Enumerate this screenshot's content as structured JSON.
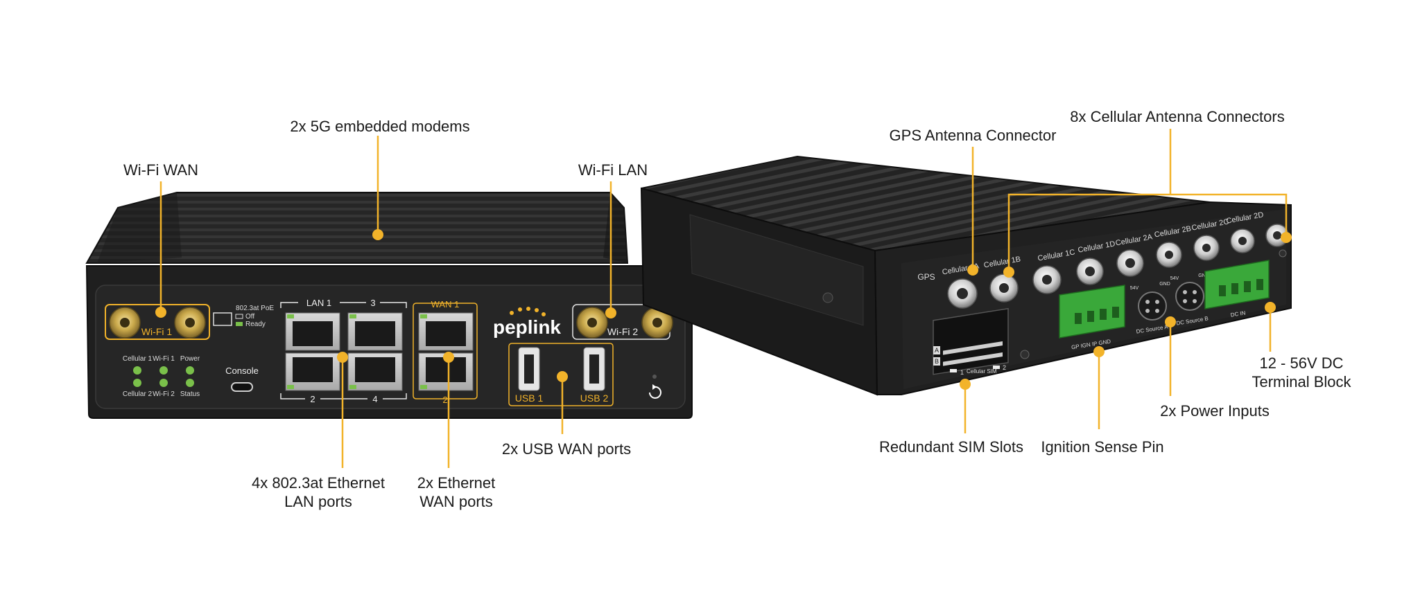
{
  "callouts": {
    "modems": "2x 5G embedded modems",
    "wifi_wan": "Wi-Fi WAN",
    "wifi_lan": "Wi-Fi LAN",
    "lan_ports": [
      "4x 802.3at Ethernet",
      "LAN ports"
    ],
    "wan_ports": [
      "2x Ethernet",
      "WAN ports"
    ],
    "usb_wan": "2x USB WAN ports",
    "gps_antenna": "GPS Antenna Connector",
    "cellular_antennas": "8x Cellular Antenna Connectors",
    "sim_slots": "Redundant SIM Slots",
    "ignition": "Ignition Sense Pin",
    "power_inputs": "2x Power Inputs",
    "terminal_block": [
      "12 - 56V DC",
      "Terminal Block"
    ]
  },
  "front_panel": {
    "wifi1": "Wi-Fi 1",
    "wifi2": "Wi-Fi 2",
    "poe_legend": [
      "802.3at PoE",
      "Off",
      "Ready"
    ],
    "led_labels": [
      "Cellular 1",
      "Wi-Fi 1",
      "Power",
      "Cellular 2",
      "Wi-Fi 2",
      "Status"
    ],
    "console": "Console",
    "lan_top": [
      "LAN 1",
      "3"
    ],
    "lan_bottom": [
      "2",
      "4"
    ],
    "wan_top": "WAN 1",
    "wan_bottom": "2",
    "brand": "peplink",
    "usb": [
      "USB 1",
      "USB 2"
    ]
  },
  "back_panel": {
    "gps": "GPS",
    "cellular_labels": [
      "Cellular 1A",
      "Cellular 1B",
      "Cellular 1C",
      "Cellular 1D",
      "Cellular 2A",
      "Cellular 2B",
      "Cellular 2C",
      "Cellular 2D"
    ],
    "sim_label": "Cellular SIM",
    "sim_numbers": [
      "1",
      "2"
    ],
    "sim_letters": [
      "A",
      "B"
    ],
    "ign_label": "GP IGN IP GND",
    "dc_a": "DC Source A",
    "dc_b": "DC Source B",
    "dc_in": "DC IN",
    "pin_labels": [
      "54V",
      "GND",
      "54V",
      "GND"
    ]
  },
  "colors": {
    "accent": "#f2b32a",
    "chassis": "#1e1e1e",
    "fins": "#2a2a2a",
    "terminal": "#3aa83a",
    "led": "#7ac04a"
  }
}
